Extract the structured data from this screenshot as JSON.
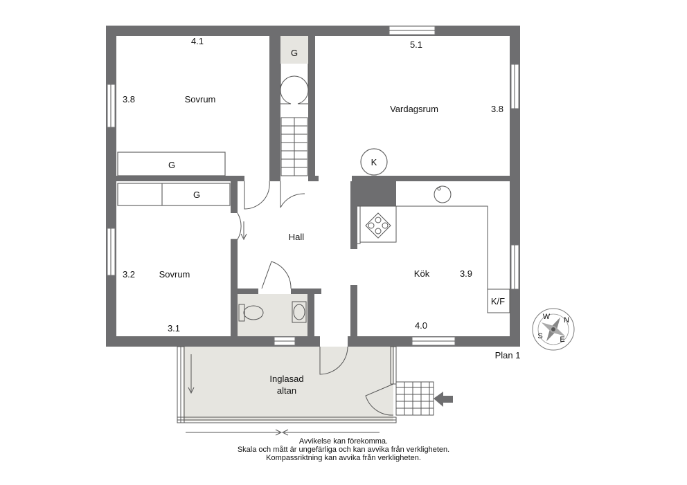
{
  "rooms": {
    "bedroom_top": {
      "name": "Sovrum",
      "width": "4.1",
      "depth": "3.8"
    },
    "living": {
      "name": "Vardagsrum",
      "width": "5.1",
      "depth": "3.8"
    },
    "bedroom_bottom": {
      "name": "Sovrum",
      "width": "3.1",
      "depth": "3.2"
    },
    "hall": {
      "name": "Hall"
    },
    "kitchen": {
      "name": "Kök",
      "width": "4.0",
      "depth": "3.9"
    },
    "veranda": {
      "name_line1": "Inglasad",
      "name_line2": "altan"
    }
  },
  "fixtures": {
    "closet_small": "G",
    "closet_top_bedroom": "G",
    "closet_bottom_bedroom": "G",
    "stove": "K",
    "fridge_freezer": "K/F"
  },
  "plan_label": "Plan 1",
  "compass": {
    "letters": [
      "W",
      "N",
      "E",
      "S"
    ]
  },
  "disclaimer": [
    "Avvikelse kan förekomma.",
    "Skala och mått är ungefärliga och kan avvika från verkligheten.",
    "Kompassriktning kan avvika från verkligheten."
  ]
}
